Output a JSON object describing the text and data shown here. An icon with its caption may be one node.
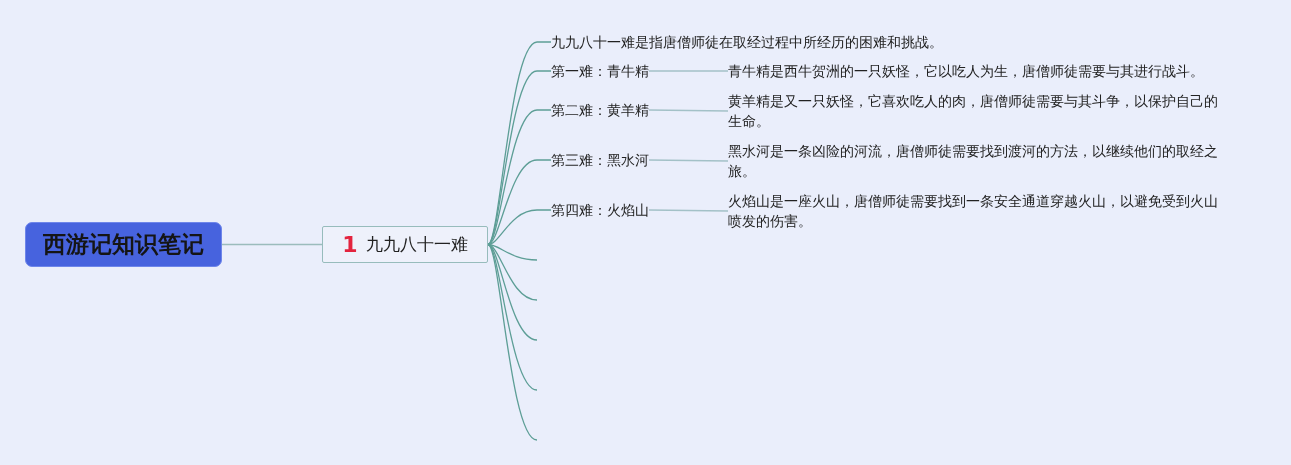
{
  "diagram": {
    "nodes": [
      {
        "text": [
          "西游记知识笔记"
        ]
      },
      {
        "text": [
          "1",
          "九九八十一难"
        ]
      },
      {
        "text": [
          "九九八十一难是指唐僧师徒在取经过程中所经历的困难和挑战。"
        ]
      },
      {
        "text": [
          "第一难：青牛精"
        ]
      },
      {
        "text": [
          "青牛精是西牛贺洲的一只妖怪，它以吃人为生，唐僧师徒需要与其进行战斗。"
        ]
      },
      {
        "text": [
          "第二难：黄羊精"
        ]
      },
      {
        "text": [
          "黄羊精是又一只妖怪，它喜欢吃人的肉，唐僧师徒需要与其斗争，以保护自己的生命。"
        ]
      },
      {
        "text": [
          "第三难：黑水河"
        ]
      },
      {
        "text": [
          "黑水河是一条凶险的河流，唐僧师徒需要找到渡河的方法，以继续他们的取经之旅。"
        ]
      },
      {
        "text": [
          "第四难：火焰山"
        ]
      },
      {
        "text": [
          "火焰山是一座火山，唐僧师徒需要找到一条安全通道穿越火山，以避免受到火山喷发的伤害。"
        ]
      }
    ],
    "edges": [
      {
        "from": 0,
        "to": 1,
        "arrow": "none",
        "color": "#9bbcbc"
      },
      {
        "from": 1,
        "to": 2,
        "arrow": "none"
      },
      {
        "from": 1,
        "to": 3,
        "arrow": "none"
      },
      {
        "from": 3,
        "to": 4,
        "arrow": "none",
        "color": "#a3c1c7"
      },
      {
        "from": 1,
        "to": 5,
        "arrow": "none"
      },
      {
        "from": 5,
        "to": 6,
        "arrow": "none",
        "color": "#a3c1c7"
      },
      {
        "from": 1,
        "to": 7,
        "arrow": "none"
      },
      {
        "from": 7,
        "to": 8,
        "arrow": "none",
        "color": "#a3c1c7"
      },
      {
        "from": 1,
        "to": 9,
        "arrow": "none"
      },
      {
        "from": 9,
        "to": 10,
        "arrow": "none",
        "color": "#a3c1c7"
      },
      {
        "from": 1,
        "to": null,
        "arrow": "none"
      },
      {
        "from": 1,
        "to": null,
        "arrow": "none"
      },
      {
        "from": 1,
        "to": null,
        "arrow": "none"
      },
      {
        "from": 1,
        "to": null,
        "arrow": "none"
      },
      {
        "from": 1,
        "to": null,
        "arrow": "none"
      }
    ]
  }
}
